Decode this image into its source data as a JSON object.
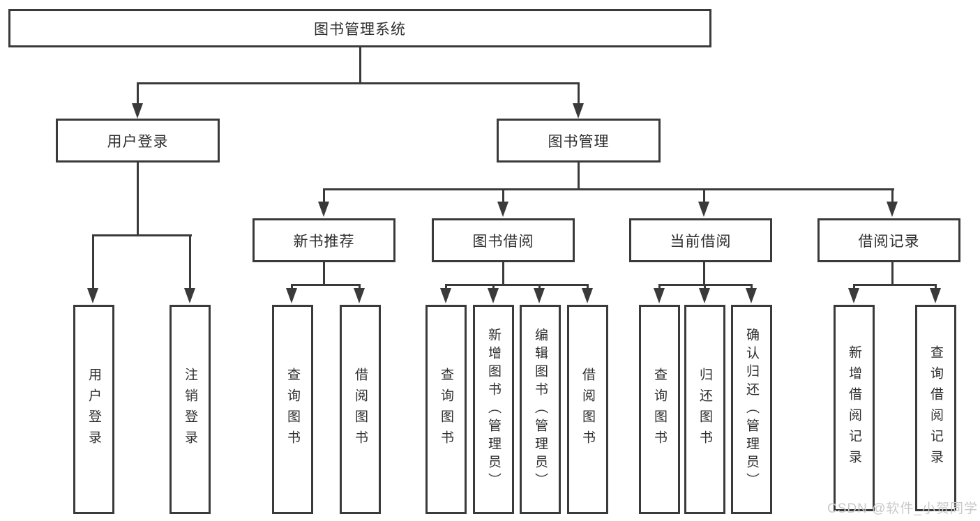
{
  "tree": {
    "root": "图书管理系统",
    "branches": [
      {
        "label": "用户登录",
        "children": [
          "用户登录",
          "注销登录"
        ]
      },
      {
        "label": "图书管理",
        "groups": [
          {
            "label": "新书推荐",
            "children": [
              "查询图书",
              "借阅图书"
            ]
          },
          {
            "label": "图书借阅",
            "children": [
              "查询图书",
              "新增图书（管理员）",
              "编辑图书（管理员）",
              "借阅图书"
            ]
          },
          {
            "label": "当前借阅",
            "children": [
              "查询图书",
              "归还图书",
              "确认归还（管理员）"
            ]
          },
          {
            "label": "借阅记录",
            "children": [
              "新增借阅记录",
              "查询借阅记录"
            ]
          }
        ]
      }
    ]
  },
  "colors": {
    "line": "#3a3a3a",
    "text": "#2f2f2f",
    "watermark_text": "#c9c9c9",
    "background": "#ffffff"
  },
  "watermark": {
    "text": "CSDN @软件_小贺同学"
  }
}
